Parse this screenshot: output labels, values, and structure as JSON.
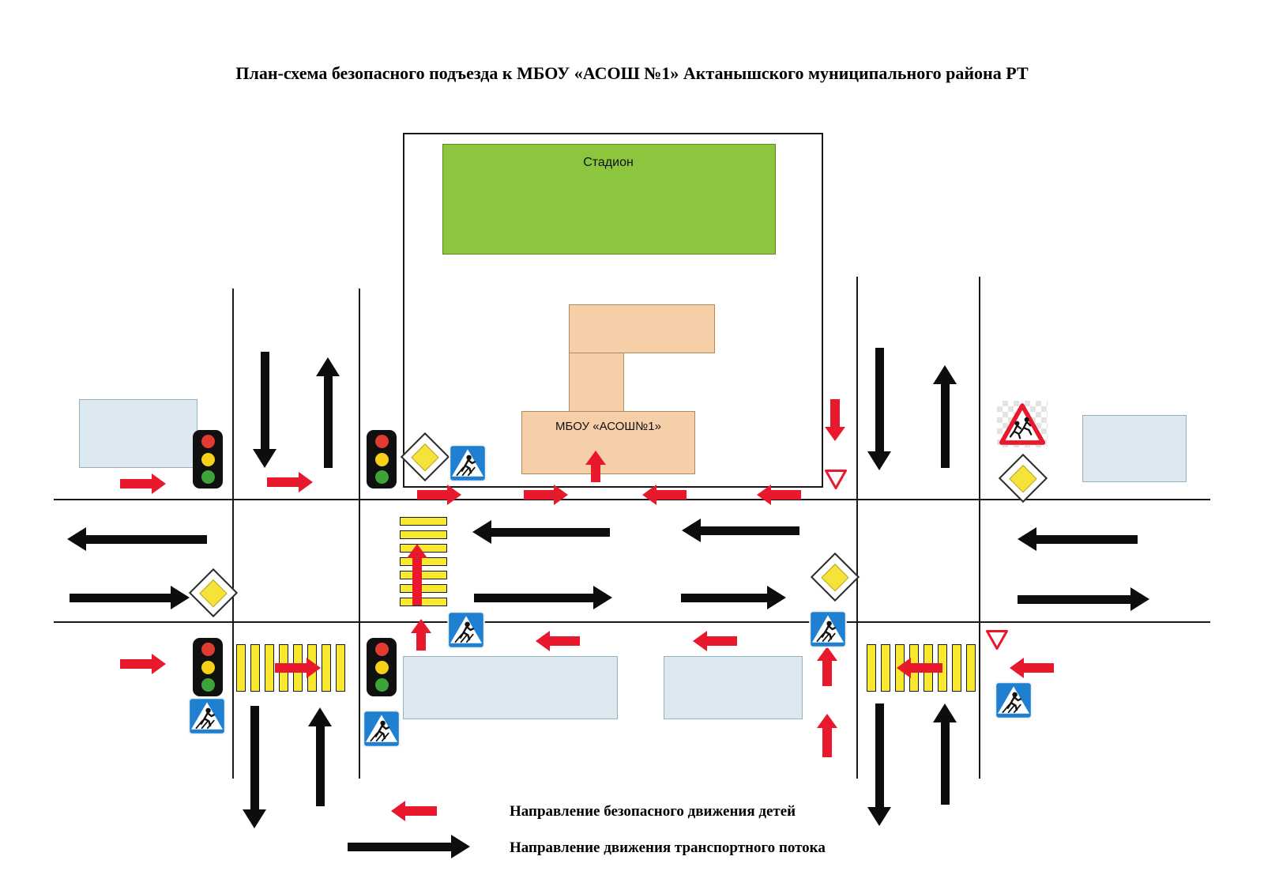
{
  "title": "План-схема безопасного подъезда к МБОУ «АСОШ №1» Актанышского муниципального района РТ",
  "map": {
    "stadium_label": "Стадион",
    "school_label": "МБОУ «АСОШ№1»"
  },
  "legend": {
    "safe_route_label": "Направление безопасного движения детей",
    "traffic_flow_label": "Направление движения транспортного потока"
  },
  "icons": {
    "traffic_light": "traffic-light-icon",
    "priority_road": "priority-road-sign",
    "pedestrian_crossing": "pedestrian-crossing-sign",
    "give_way": "give-way-sign",
    "children_warning": "children-warning-sign",
    "zebra": "pedestrian-crossing-zebra",
    "traffic_arrow": "traffic-flow-arrow",
    "route_arrow": "safe-route-arrow"
  },
  "colors": {
    "road_line": "#1a1a1a",
    "stadium_fill": "#8CC63E",
    "stadium_stroke": "#5a8a1f",
    "school_fill": "#F6CFA8",
    "school_stroke": "#b08a5f",
    "building_fill": "#DCE9F1",
    "building_stroke": "#9ab0bf",
    "arrow_black": "#0d0d0d",
    "arrow_red": "#E8192C",
    "zebra_yellow": "#F8E930",
    "sign_yellow": "#F6E33A",
    "sign_blue": "#1F7FD0",
    "sign_red": "#E8192C"
  }
}
